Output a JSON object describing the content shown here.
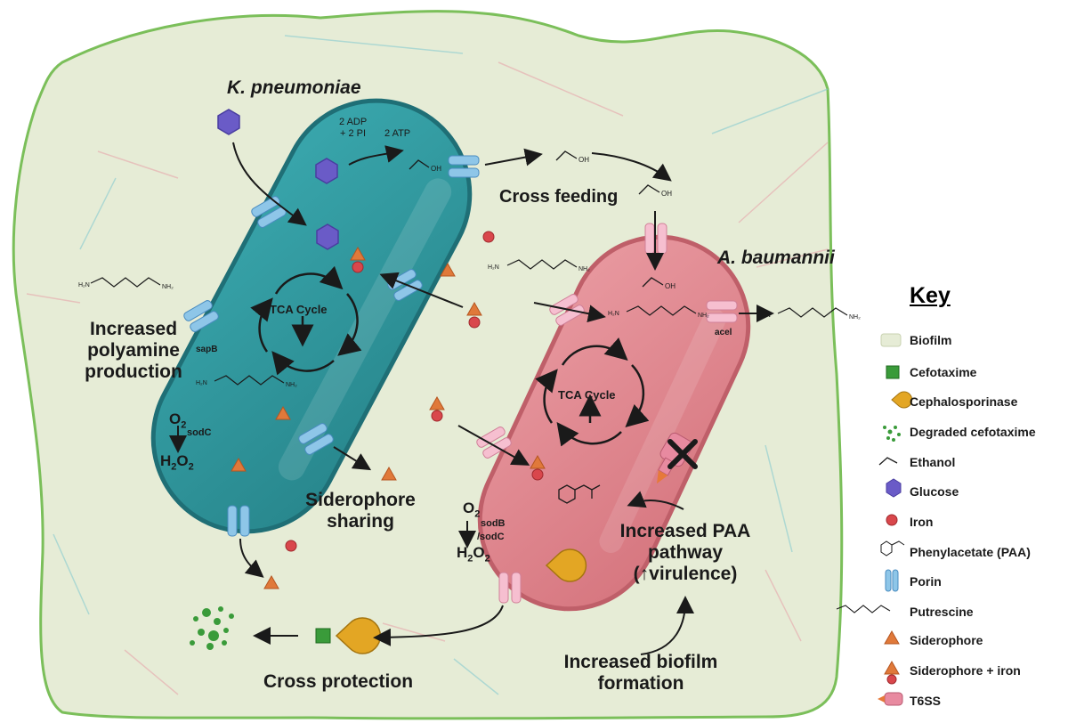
{
  "organisms": {
    "kp": "K. pneumoniae",
    "ab": "A. baumannii"
  },
  "reaction": {
    "adp": "2 ADP",
    "pi": "+ 2 PI",
    "atp": "2 ATP"
  },
  "labels": {
    "cross_feeding": "Cross feeding",
    "tca_kp": "TCA Cycle",
    "tca_ab": "TCA Cycle",
    "increased_polyamine_1": "Increased",
    "increased_polyamine_2": "polyamine",
    "increased_polyamine_3": "production",
    "sapB": "sapB",
    "acel": "acel",
    "sodC": "sodC",
    "sodB": "sodB",
    "sodC2": "/sodC",
    "siderophore_sharing_1": "Siderophore",
    "siderophore_sharing_2": "sharing",
    "paa_1": "Increased PAA",
    "paa_2": "pathway",
    "paa_3": "(↑virulence)",
    "biofilm_1": "Increased biofilm",
    "biofilm_2": "formation",
    "cross_protection": "Cross protection"
  },
  "key": {
    "title": "Key",
    "items": [
      {
        "label": "Biofilm",
        "icon": "biofilm-icon"
      },
      {
        "label": "Cefotaxime",
        "icon": "cefotaxime-icon"
      },
      {
        "label": "Cephalosporinase",
        "icon": "cephalosporinase-icon"
      },
      {
        "label": "Degraded cefotaxime",
        "icon": "degraded-cefotaxime-icon"
      },
      {
        "label": "Ethanol",
        "icon": "ethanol-icon"
      },
      {
        "label": "Glucose",
        "icon": "glucose-icon"
      },
      {
        "label": "Iron",
        "icon": "iron-icon"
      },
      {
        "label": "Phenylacetate (PAA)",
        "icon": "phenylacetate-icon"
      },
      {
        "label": "Porin",
        "icon": "porin-icon"
      },
      {
        "label": "Putrescine",
        "icon": "putrescine-icon"
      },
      {
        "label": "Siderophore",
        "icon": "siderophore-icon"
      },
      {
        "label": "Siderophore + iron",
        "icon": "siderophore-iron-icon"
      },
      {
        "label": "T6SS",
        "icon": "t6ss-icon"
      }
    ]
  },
  "colors": {
    "biofilm": "#e6ecd6",
    "biofilm_border": "#7bbf5a",
    "kp_cell": "#2f9aa0",
    "kp_border": "#1f7078",
    "ab_cell": "#e3878f",
    "ab_border": "#c0606a",
    "porin": "#8ec6e8",
    "pink_porin": "#f6bfd0",
    "glucose": "#6a5bc7",
    "iron": "#d9474c",
    "siderophore": "#e0793a",
    "cefotaxime": "#3a9b3a",
    "enzyme": "#e3a624"
  }
}
